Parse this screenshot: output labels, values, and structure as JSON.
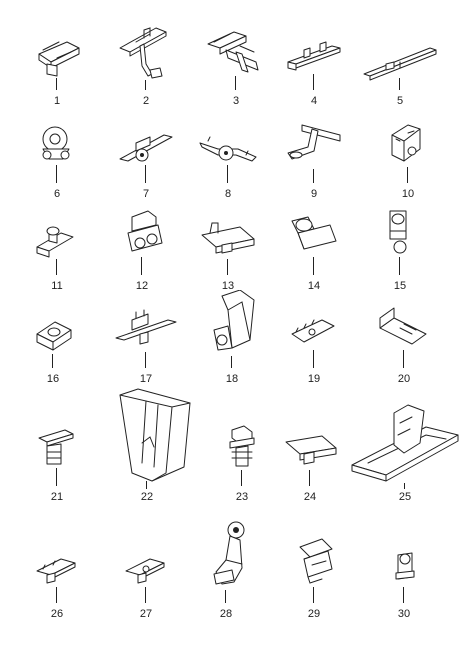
{
  "parts": [
    {
      "label": "1",
      "icon": "flat-clip-icon"
    },
    {
      "label": "2",
      "icon": "long-arm-clip-icon"
    },
    {
      "label": "3",
      "icon": "strap-clip-icon"
    },
    {
      "label": "4",
      "icon": "rail-clip-icon"
    },
    {
      "label": "5",
      "icon": "long-rail-clip-icon"
    },
    {
      "label": "6",
      "icon": "round-holder-icon"
    },
    {
      "label": "7",
      "icon": "winged-clip-icon"
    },
    {
      "label": "8",
      "icon": "winged-clip-icon"
    },
    {
      "label": "9",
      "icon": "eyelet-strap-icon"
    },
    {
      "label": "10",
      "icon": "bracket-clip-icon"
    },
    {
      "label": "11",
      "icon": "cable-tie-clip-icon"
    },
    {
      "label": "12",
      "icon": "double-holder-icon"
    },
    {
      "label": "13",
      "icon": "saddle-clip-icon"
    },
    {
      "label": "14",
      "icon": "box-holder-icon"
    },
    {
      "label": "15",
      "icon": "loop-holder-icon"
    },
    {
      "label": "16",
      "icon": "cage-nut-icon"
    },
    {
      "label": "17",
      "icon": "multi-clip-icon"
    },
    {
      "label": "18",
      "icon": "tall-bracket-icon"
    },
    {
      "label": "19",
      "icon": "toothed-plate-icon"
    },
    {
      "label": "20",
      "icon": "angle-bracket-icon"
    },
    {
      "label": "21",
      "icon": "push-rivet-icon"
    },
    {
      "label": "22",
      "icon": "cable-duct-icon"
    },
    {
      "label": "23",
      "icon": "fir-tree-clip-icon"
    },
    {
      "label": "24",
      "icon": "saddle-clip-icon"
    },
    {
      "label": "25",
      "icon": "tray-holder-icon"
    },
    {
      "label": "26",
      "icon": "flat-plate-clip-icon"
    },
    {
      "label": "27",
      "icon": "flat-plate-clip-icon"
    },
    {
      "label": "28",
      "icon": "hook-holder-icon"
    },
    {
      "label": "29",
      "icon": "spring-clip-icon"
    },
    {
      "label": "30",
      "icon": "small-loop-clip-icon"
    }
  ]
}
